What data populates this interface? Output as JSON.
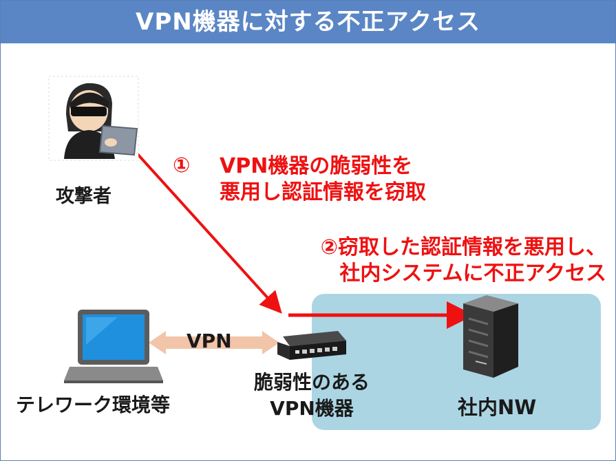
{
  "title": "VPN機器に対する不正アクセス",
  "labels": {
    "attacker": "攻撃者",
    "step1_number": "①",
    "step1_line1": "VPN機器の脆弱性を",
    "step1_line2": "悪用し認証情報を窃取",
    "step2_line1": "②窃取した認証情報を悪用し、",
    "step2_line2": "社内システムに不正アクセス",
    "vpn_tunnel": "VPN",
    "telework": "テレワーク環境等",
    "device_line1": "脆弱性のある",
    "device_line2": "VPN機器",
    "internal_nw": "社内NW"
  },
  "icons": [
    "attacker-icon",
    "laptop-icon",
    "vpn-router-icon",
    "server-icon"
  ],
  "colors": {
    "title_bar": "#5a86c5",
    "alert_red": "#ee1111",
    "internal_zone": "#acd5e4",
    "tunnel": "#f2c4a8"
  }
}
